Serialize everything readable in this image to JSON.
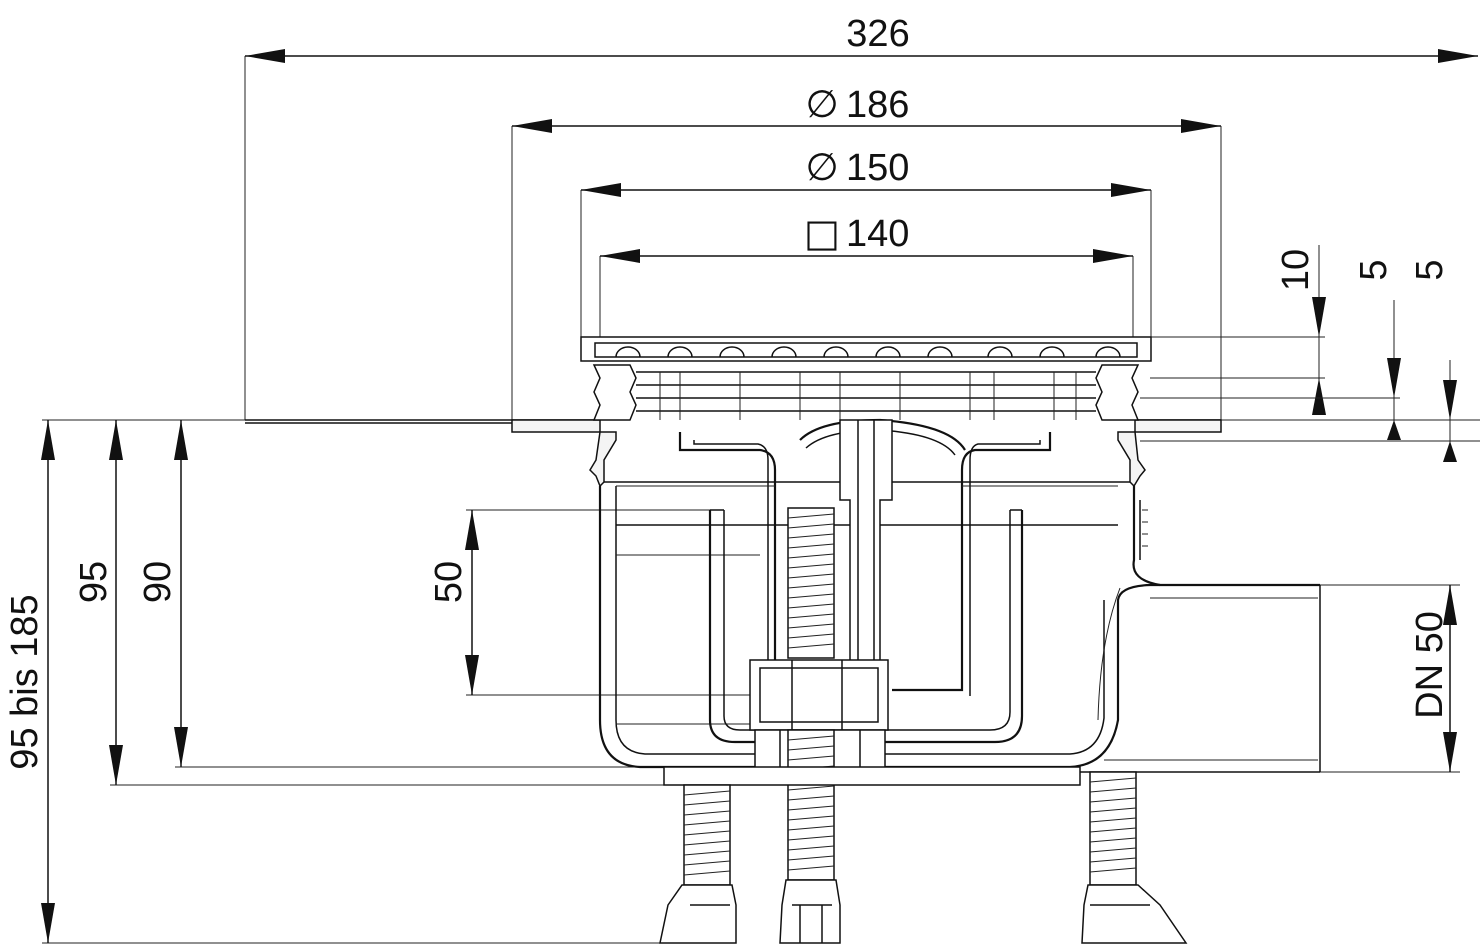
{
  "diagram": {
    "dimensions": {
      "overall_width": "326",
      "flange_diameter": "186",
      "body_diameter": "150",
      "grate_square": "140",
      "height_range": "95 bis 185",
      "height_95": "95",
      "height_90": "90",
      "water_seal": "50",
      "outlet": "DN 50",
      "grate_height": "10",
      "ring_5a": "5",
      "ring_5b": "5"
    },
    "symbols": {
      "diameter": "∅",
      "square": "□"
    }
  }
}
